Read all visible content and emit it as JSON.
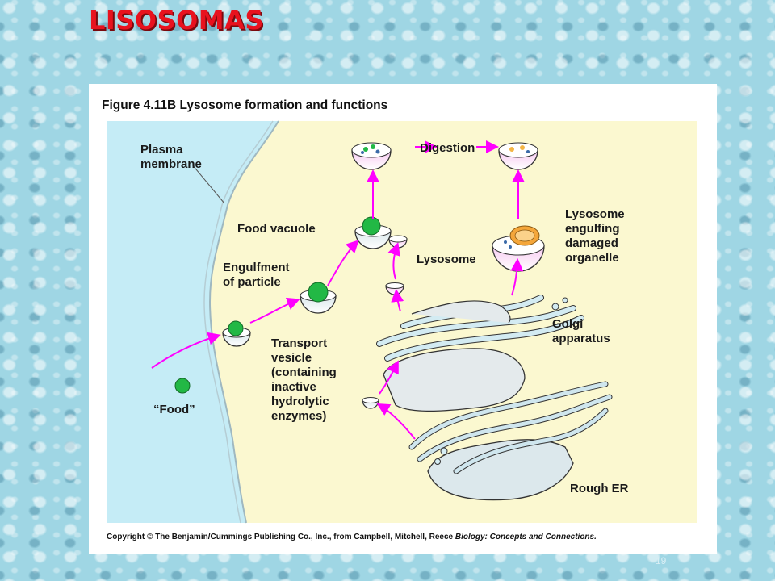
{
  "slide": {
    "title": "LISOSOMAS",
    "page_number": "19"
  },
  "figure": {
    "title": "Figure 4.11B  Lysosome formation and functions",
    "copyright_prefix": "Copyright © The Benjamin/Cummings Publishing Co., Inc., from Campbell, Mitchell, Reece",
    "copyright_book": "Biology: Concepts and Connections.",
    "colors": {
      "extracellular": "#c5ecf6",
      "cytoplasm": "#fbf8d0",
      "arrow": "#ff00ff",
      "lysosome": "#f4b6ec",
      "food": "#22b845"
    }
  },
  "labels": {
    "plasma_membrane": [
      "Plasma",
      "membrane"
    ],
    "food_vacuole": "Food vacuole",
    "engulfment": [
      "Engulfment",
      "of particle"
    ],
    "food": "“Food”",
    "digestion": "Digestion",
    "lysosome_engulfing": [
      "Lysosome",
      "engulfing",
      "damaged",
      "organelle"
    ],
    "lysosome": "Lysosome",
    "transport_vesicle": [
      "Transport",
      "vesicle",
      "(containing",
      "inactive",
      "hydrolytic",
      "enzymes)"
    ],
    "golgi": [
      "Golgi",
      "apparatus"
    ],
    "rough_er": "Rough ER"
  }
}
